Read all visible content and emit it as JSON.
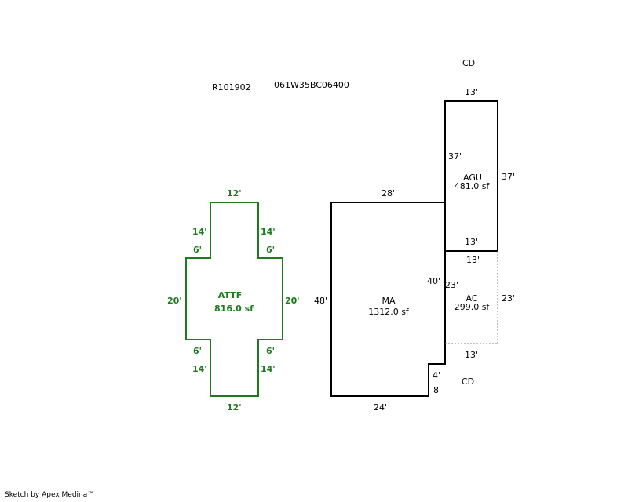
{
  "header": {
    "parcel_id": "R101902",
    "map_number": "061W35BC06400"
  },
  "colors": {
    "outline": "#000000",
    "attic": "#1e7a1e",
    "dotted": "#808080"
  },
  "areas": {
    "attf": {
      "label": "ATTF",
      "area": "816.0 sf"
    },
    "ma": {
      "label": "MA",
      "area": "1312.0 sf"
    },
    "agu": {
      "label": "AGU",
      "area": "481.0 sf"
    },
    "ac": {
      "label": "AC",
      "area": "299.0 sf"
    }
  },
  "dims": {
    "attf": {
      "top": "12'",
      "bottom": "12'",
      "upper_left": "14'",
      "upper_right": "14'",
      "upper_step_left": "6'",
      "upper_step_right": "6'",
      "left": "20'",
      "right": "20'",
      "lower_step_left": "6'",
      "lower_step_right": "6'",
      "lower_left": "14'",
      "lower_right": "14'"
    },
    "ma": {
      "top": "28'",
      "left": "48'",
      "right": "40'",
      "bottom": "24'",
      "notch_v": "8'",
      "notch_h": "4'"
    },
    "agu": {
      "top": "13'",
      "left": "37'",
      "right": "37'",
      "bottom": "13'"
    },
    "ac": {
      "top": "13'",
      "left": "23'",
      "right": "23'",
      "bottom": "13'"
    }
  },
  "labels": {
    "cd_top": "CD",
    "cd_bottom": "CD"
  },
  "footer": "Sketch by Apex Medina™"
}
